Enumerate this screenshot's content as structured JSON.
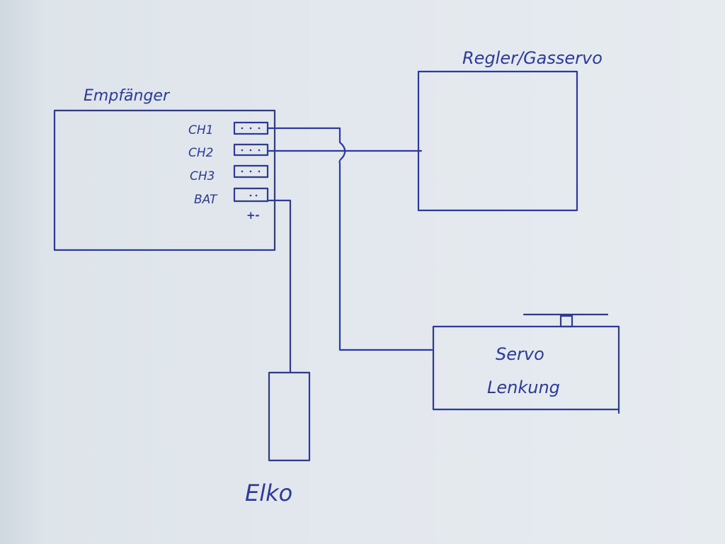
{
  "receiver": {
    "title": "Empfänger",
    "channels": [
      "CH1",
      "CH2",
      "CH3",
      "BAT"
    ],
    "polarity": "+-"
  },
  "esc": {
    "title": "Regler/Gasservo"
  },
  "servo": {
    "line1": "Servo",
    "line2": "Lenkung"
  },
  "capacitor": {
    "title": "Elko"
  },
  "colors": {
    "ink": "#2b3a9c",
    "paper": "#e3e8ee"
  }
}
